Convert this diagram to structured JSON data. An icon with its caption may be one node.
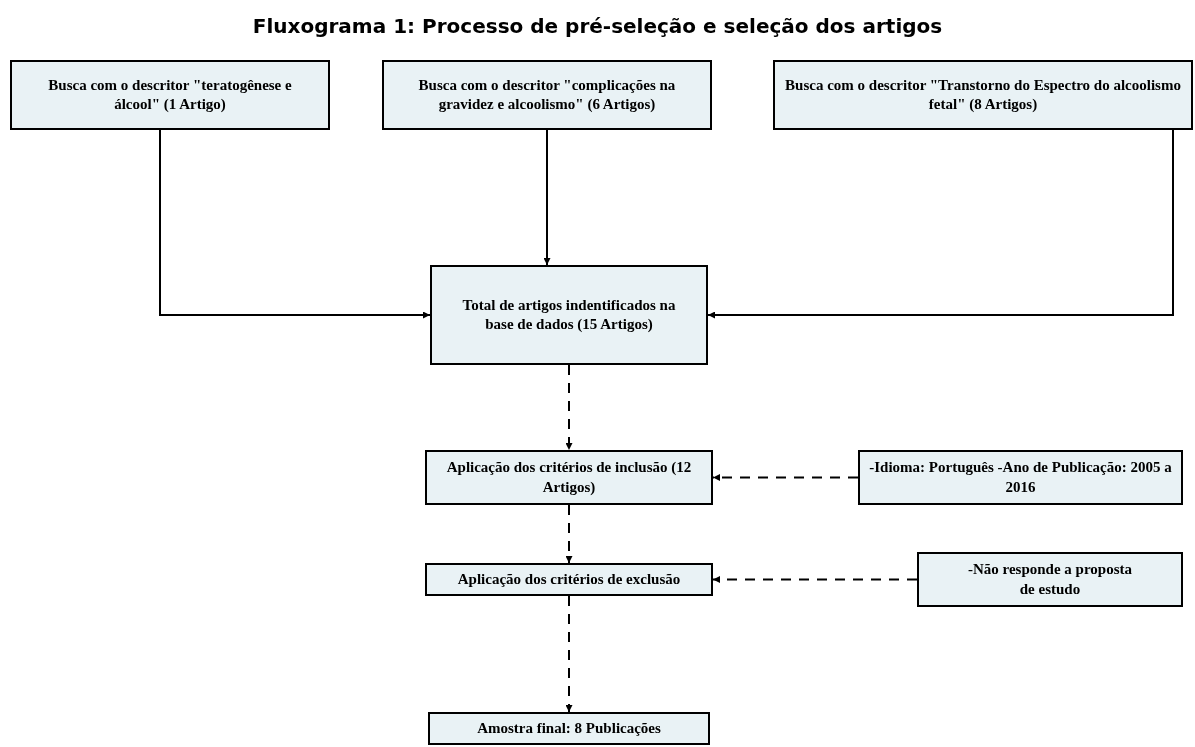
{
  "diagram": {
    "title": "Fluxograma 1: Processo de pré-seleção e seleção dos artigos",
    "nodes": [
      {
        "text": [
          "Busca com o descritor \"teratogênese e álcool\" (1 Artigo)"
        ]
      },
      {
        "text": [
          "Busca com o descritor \"complicações na gravidez e alcoolismo\" (6 Artigos)"
        ]
      },
      {
        "text": [
          "Busca com o descritor \"Transtorno do Espectro do alcoolismo fetal\" (8 Artigos)"
        ]
      },
      {
        "text": [
          "Total de artigos indentificados na base de dados (15 Artigos)"
        ]
      },
      {
        "text": [
          "Aplicação dos critérios de inclusão (12 Artigos)"
        ]
      },
      {
        "text": [
          "-Idioma: Português -Ano de Publicação: 2005 a 2016"
        ]
      },
      {
        "text": [
          "Aplicação dos critérios de exclusão"
        ]
      },
      {
        "text": [
          "-Não responde a proposta de estudo"
        ]
      },
      {
        "text": [
          "Amostra final: 8 Publicações"
        ]
      }
    ],
    "edges": [
      {
        "from": 0,
        "to": 3,
        "arrow": "to"
      },
      {
        "from": 1,
        "to": 3,
        "arrow": "to"
      },
      {
        "from": 2,
        "to": 3,
        "arrow": "to"
      },
      {
        "from": 3,
        "to": 4,
        "arrow": "to",
        "style": "dashed"
      },
      {
        "from": 5,
        "to": 4,
        "arrow": "to",
        "style": "dashed"
      },
      {
        "from": 4,
        "to": 6,
        "arrow": "to",
        "style": "dashed"
      },
      {
        "from": 7,
        "to": 6,
        "arrow": "to",
        "style": "dashed"
      },
      {
        "from": 6,
        "to": 8,
        "arrow": "to",
        "style": "dashed"
      }
    ]
  }
}
